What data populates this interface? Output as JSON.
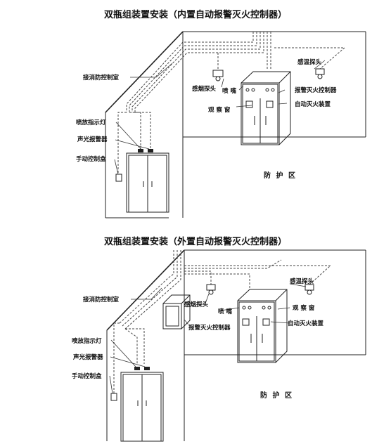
{
  "diagram_top": {
    "title": "双瓶组装置安装（内置自动报警灭火控制器）",
    "labels": {
      "fire_control_room": "接消防控制室",
      "smoke_detector": "感烟探头",
      "nozzle": "喷 嘴",
      "temp_detector": "感温探头",
      "alarm_controller": "报警灭火控制器",
      "observation_window": "观 察 窗",
      "auto_extinguisher": "自动灭火装置",
      "release_indicator": "喷放指示灯",
      "sound_light_alarm": "声光报警器",
      "manual_box": "手动控制盒",
      "zone": "防 护 区"
    }
  },
  "diagram_bottom": {
    "title": "双瓶组装置安装（外置自动报警灭火控制器）",
    "labels": {
      "fire_control_room": "接消防控制室",
      "smoke_detector": "感烟探头",
      "nozzle": "喷 嘴",
      "temp_detector": "感温探头",
      "alarm_controller": "报警灭火控制器",
      "observation_window": "观 察 窗",
      "auto_extinguisher": "自动灭火装置",
      "release_indicator": "喷放指示灯",
      "sound_light_alarm": "声光报警器",
      "manual_box": "手动控制盒",
      "zone": "防 护 区"
    }
  }
}
